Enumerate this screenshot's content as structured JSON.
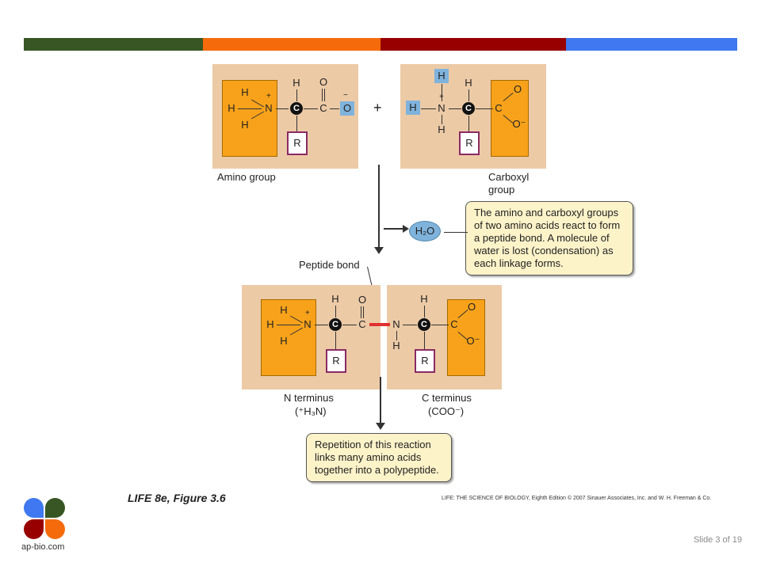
{
  "colors": {
    "bar1": "#375623",
    "bar2": "#f56b0c",
    "bar3": "#980000",
    "bar4": "#3f78f0"
  },
  "atoms": {
    "H": "H",
    "N": "N",
    "C": "C",
    "O": "O",
    "R": "R"
  },
  "signs": {
    "plus": "+",
    "minus": "−",
    "O_minus": "O⁻"
  },
  "labels": {
    "amino_group": "Amino group",
    "carboxyl_group": "Carboxyl group",
    "peptide_bond": "Peptide bond",
    "n_terminus": "N terminus",
    "n_terminus_formula": "(⁺H₃N)",
    "c_terminus": "C terminus",
    "c_terminus_formula": "(COO⁻)",
    "water": "H₂O"
  },
  "callouts": {
    "condensation": "The amino and carboxyl groups of two amino acids react to form a peptide bond. A molecule of water is lost (condensation) as each linkage forms.",
    "repetition": "Repetition of this reaction links many amino acids together into a polypeptide."
  },
  "figure_label": "LIFE 8e, Figure 3.6",
  "credit": "LIFE: THE SCIENCE OF BIOLOGY, Eighth Edition © 2007 Sinauer Associates, Inc. and W. H. Freeman & Co.",
  "logo": {
    "text": "ap-bio.com",
    "colors": [
      "#3f78f0",
      "#375623",
      "#980000",
      "#f56b0c"
    ]
  },
  "slide_number": "Slide 3 of 19"
}
